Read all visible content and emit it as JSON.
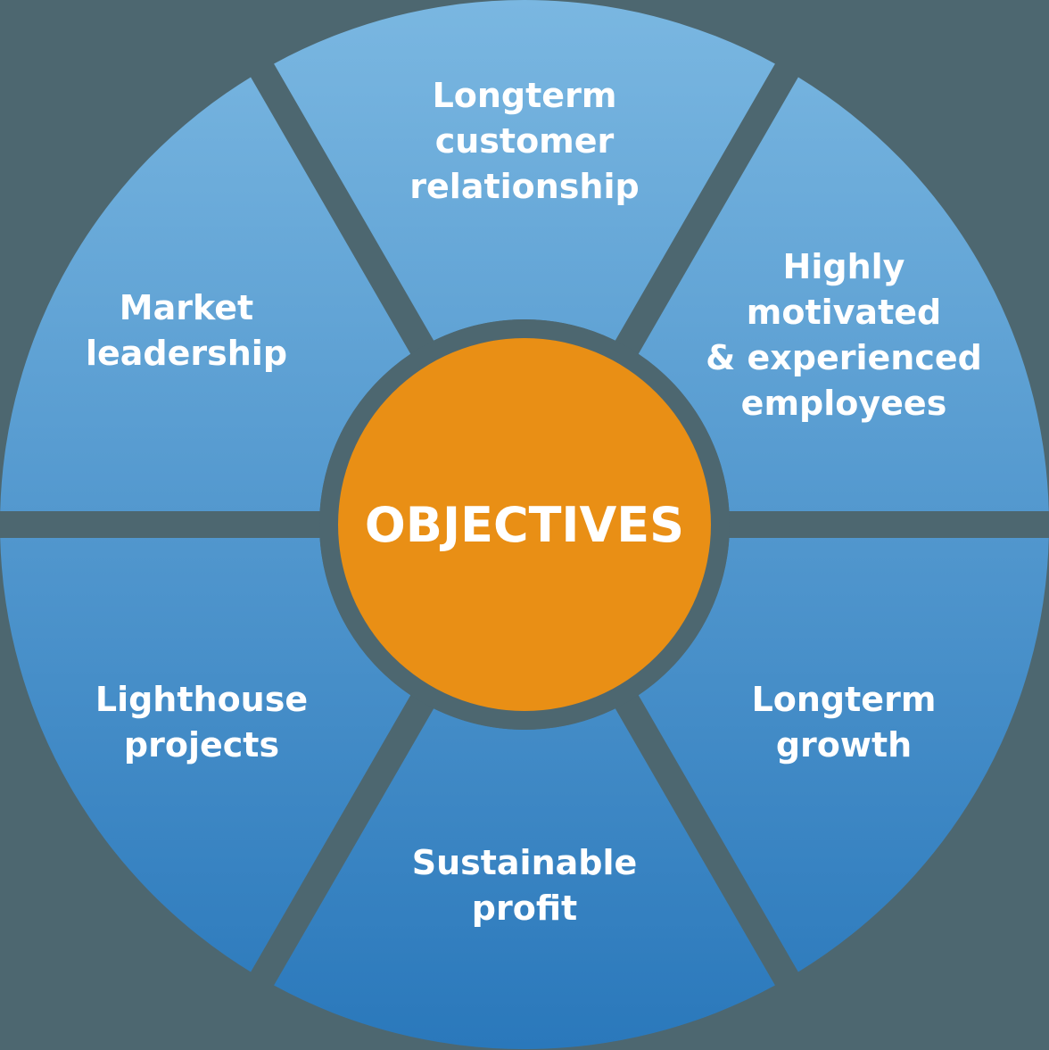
{
  "diagram": {
    "type": "hub-and-spoke wheel",
    "center": {
      "label": "OBJECTIVES",
      "color": "#e98f15"
    },
    "colors": {
      "background": "#4d6770",
      "segment_gradient_top": "#7ab7e1",
      "segment_gradient_bottom": "#2a78bb",
      "text": "#ffffff"
    },
    "segments": [
      {
        "position": "top",
        "lines": [
          "Longterm",
          "customer",
          "relationship"
        ]
      },
      {
        "position": "top-right",
        "lines": [
          "Highly",
          "motivated",
          "& experienced",
          "employees"
        ]
      },
      {
        "position": "bottom-right",
        "lines": [
          "Longterm",
          "growth"
        ]
      },
      {
        "position": "bottom",
        "lines": [
          "Sustainable",
          "profit"
        ]
      },
      {
        "position": "bottom-left",
        "lines": [
          "Lighthouse",
          "projects"
        ]
      },
      {
        "position": "top-left",
        "lines": [
          "Market",
          "leadership"
        ]
      }
    ]
  }
}
